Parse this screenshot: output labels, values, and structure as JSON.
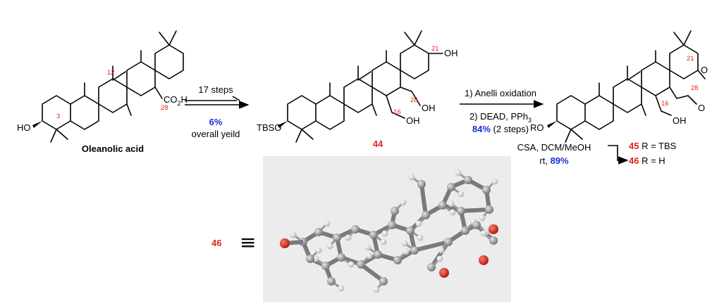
{
  "compound_oleanolic": {
    "name": "Oleanolic acid",
    "substituent_ho": "HO",
    "substituent_co2h": "CO",
    "co2h_sub": "2",
    "co2h_h": "H",
    "carbon_numbers": [
      "3",
      "12",
      "28"
    ]
  },
  "step1": {
    "reagent": "17 steps",
    "yield": "6%",
    "note": "overall yeild"
  },
  "compound_44": {
    "id": "44",
    "substituent_tbso": "TBSO",
    "substituent_oh_21": "OH",
    "substituent_oh_28": "OH",
    "substituent_oh_16": "OH",
    "carbon_numbers": [
      "21",
      "28",
      "16"
    ]
  },
  "step2": {
    "line1": "1) Anelli oxidation",
    "line2_prefix": "2) DEAD, PPh",
    "line2_sub": "3",
    "yield": "84%",
    "yield_suffix": " (2 steps)"
  },
  "compound_45_46": {
    "substituent_ro": "RO",
    "substituent_oh": "OH",
    "lactone_o": "O",
    "carbonyl_o": "O",
    "carbon_numbers": [
      "21",
      "28",
      "16"
    ],
    "label_45": "45",
    "r_45": " R = TBS",
    "label_46": "46",
    "r_46": " R = H"
  },
  "step3": {
    "reagent": "CSA, DCM/MeOH",
    "cond_prefix": "rt, ",
    "yield": "89%"
  },
  "model_3d": {
    "label": "46",
    "equiv": "≡"
  },
  "colors": {
    "compound_label_red": "#e0251b",
    "yield_blue": "#1a2fd6",
    "panel_grey": "#ececec"
  }
}
